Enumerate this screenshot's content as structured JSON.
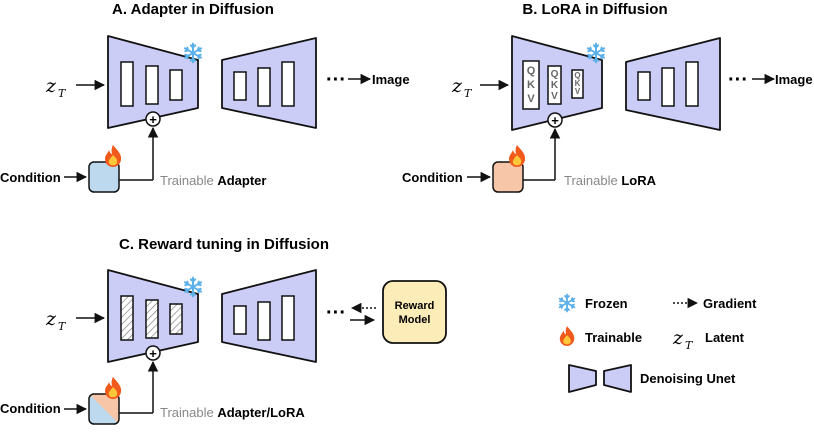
{
  "panels": {
    "adapter": {
      "title": "A. Adapter in Diffusion",
      "trainable_prefix": "Trainable",
      "trainable_name": "Adapter",
      "output": "Image"
    },
    "lora": {
      "title": "B. LoRA in Diffusion",
      "trainable_prefix": "Trainable",
      "trainable_name": "LoRA",
      "output": "Image",
      "qkv": [
        "Q",
        "K",
        "V"
      ]
    },
    "reward": {
      "title": "C. Reward tuning in Diffusion",
      "trainable_prefix": "Trainable",
      "trainable_name": "Adapter/LoRA",
      "reward_model": [
        "Reward",
        "Model"
      ]
    }
  },
  "common": {
    "input_symbol": "z",
    "input_subscript": "T",
    "condition": "Condition",
    "ellipsis": "···",
    "plus": "+"
  },
  "legend": {
    "frozen": "Frozen",
    "gradient": "Gradient",
    "trainable": "Trainable",
    "latent": "Latent",
    "unet": "Denoising Unet"
  },
  "colors": {
    "unet_fill": "#cccdf6",
    "adapter_fill": "#bcd9ee",
    "lora_fill": "#f7c6a8",
    "reward_fill": "#fcedb8",
    "snowflake": "#5ab0e8",
    "fire_outer": "#f25a1c",
    "fire_inner": "#ffc83a",
    "caption_gray": "#888888"
  },
  "icons": {
    "frozen": "snowflake-icon",
    "trainable": "fire-icon"
  }
}
